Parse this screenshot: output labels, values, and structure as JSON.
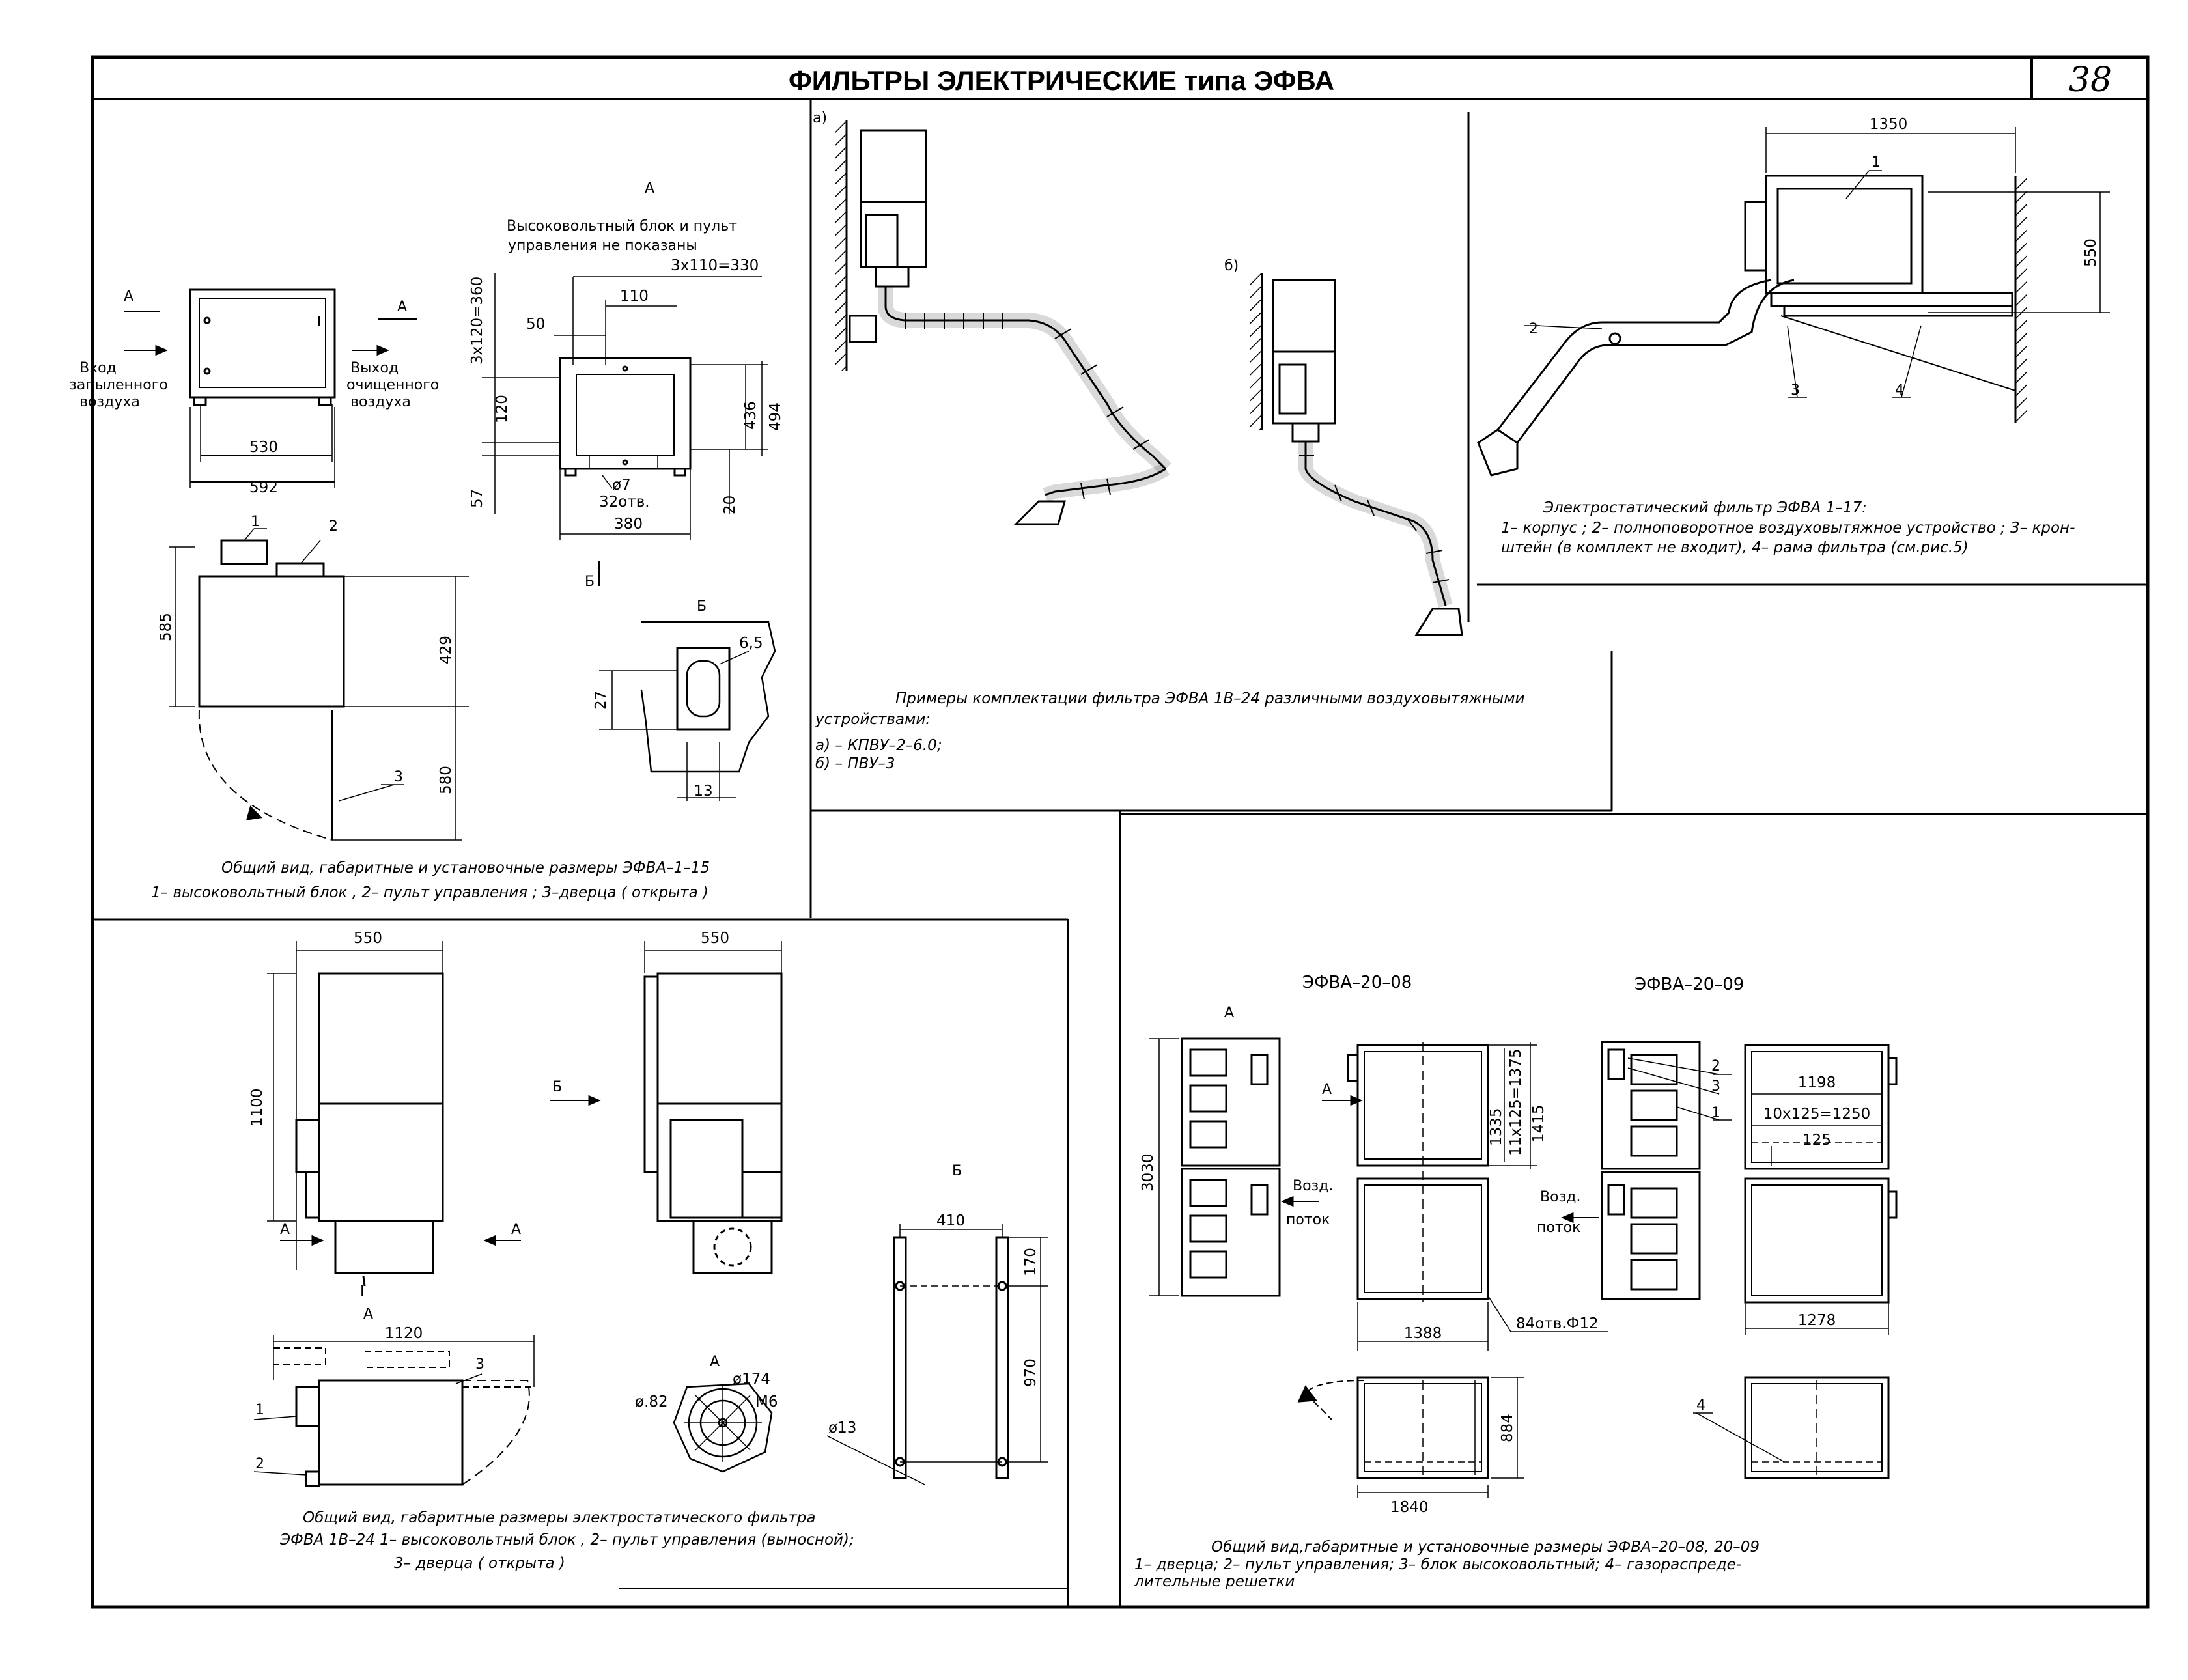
{
  "sheet": {
    "title": "ФИЛЬТРЫ ЭЛЕКТРИЧЕСКИЕ типа ЭФВА",
    "page_number": "38"
  },
  "panel1": {
    "view_a_label": "А",
    "note_line1": "Высоковольтный блок и пульт",
    "note_line2": "управления не показаны",
    "arrow_a_left": "А",
    "arrow_a_right": "А",
    "inlet_line1": "Вход",
    "inlet_line2": "запыленного",
    "inlet_line3": "воздуха",
    "outlet_line1": "Выход",
    "outlet_line2": "очищенного",
    "outlet_line3": "воздуха",
    "dims": {
      "d530": "530",
      "d592": "592",
      "d3x110": "3x110=330",
      "d110": "110",
      "d50": "50",
      "d3x120": "3x120=360",
      "d120": "120",
      "d436": "436",
      "d494": "494",
      "d57": "57",
      "d7": "ø7",
      "holes": "32отв.",
      "d20": "20",
      "d380": "380",
      "d585": "585",
      "d429": "429",
      "d580": "580",
      "d27": "27",
      "d65": "6,5",
      "d13": "13"
    },
    "view_b_mark": "Б",
    "view_b_label": "Б",
    "callout_1": "1",
    "callout_2": "2",
    "callout_3": "3",
    "caption_line1": "Общий вид, габаритные и установочные   размеры ЭФВА–1–15",
    "caption_line2": "1– высоковольтный блок , 2– пульт управления ; 3–дверца ( открыта )"
  },
  "panel2": {
    "label_a": "а)",
    "label_b": "б)",
    "caption_line1": "Примеры комплектации фильтра ЭФВА 1В–24 различными воздуховытяжными",
    "caption_line2": "устройствами:",
    "caption_line3": "а)  – КПВУ–2–6.0;",
    "caption_line4": "б)  – ПВУ–3"
  },
  "panel3": {
    "d1350": "1350",
    "d550": "550",
    "callout_1": "1",
    "callout_2": "2",
    "callout_3": "3",
    "callout_4": "4",
    "caption_line1": "Электростатический фильтр ЭФВА 1–17:",
    "caption_line2": "1– корпус ;  2– полноповоротное воздуховытяжное устройство ;  3– крон-",
    "caption_line3": "штейн (в комплект не входит), 4– рама фильтра (см.рис.5)"
  },
  "panel4": {
    "d550a": "550",
    "d550b": "550",
    "d1100": "1100",
    "arrow_b": "Б",
    "arrow_a1": "А",
    "arrow_a2": "А",
    "mark_i": "I",
    "view_a_label": "А",
    "d1120": "1120",
    "callout_1": "1",
    "callout_2": "2",
    "callout_3": "3",
    "view_a2_label": "А",
    "d_ring1": "ø174",
    "d_ring2": "ø.82",
    "d_m6": "М6",
    "view_b_label": "Б",
    "d410": "410",
    "d170": "170",
    "d970": "970",
    "d13": "ø13",
    "caption_line1": "Общий вид, габаритные размеры электростатического фильтра",
    "caption_line2": "ЭФВА 1В–24 1– высоковольтный блок , 2– пульт управления (выносной);",
    "caption_line3": "3– дверца ( открыта )"
  },
  "panel5": {
    "title_left": "ЭФВА–20–08",
    "title_right": "ЭФВА–20–09",
    "view_a": "А",
    "arrow_a": "А",
    "d3030": "3030",
    "d1335": "1335",
    "d11x125": "11x125=1375",
    "d1415": "1415",
    "flow1_line1": "Возд.",
    "flow1_line2": "поток",
    "flow2_line1": "Возд.",
    "flow2_line2": "поток",
    "d1388": "1388",
    "holes": "84отв.Ф12",
    "d1198": "1198",
    "d10x125": "10x125=1250",
    "d125": "125",
    "d1278": "1278",
    "d884": "884",
    "d1840": "1840",
    "callout_1": "1",
    "callout_2": "2",
    "callout_3": "3",
    "callout_4": "4",
    "caption_line1": "Общий вид,габаритные и установочные размеры ЭФВА–20–08, 20–09",
    "caption_line2": "1– дверца; 2– пульт управления; 3– блок высоковольтный; 4– газораспреде-",
    "caption_line3": "лительные решетки"
  }
}
